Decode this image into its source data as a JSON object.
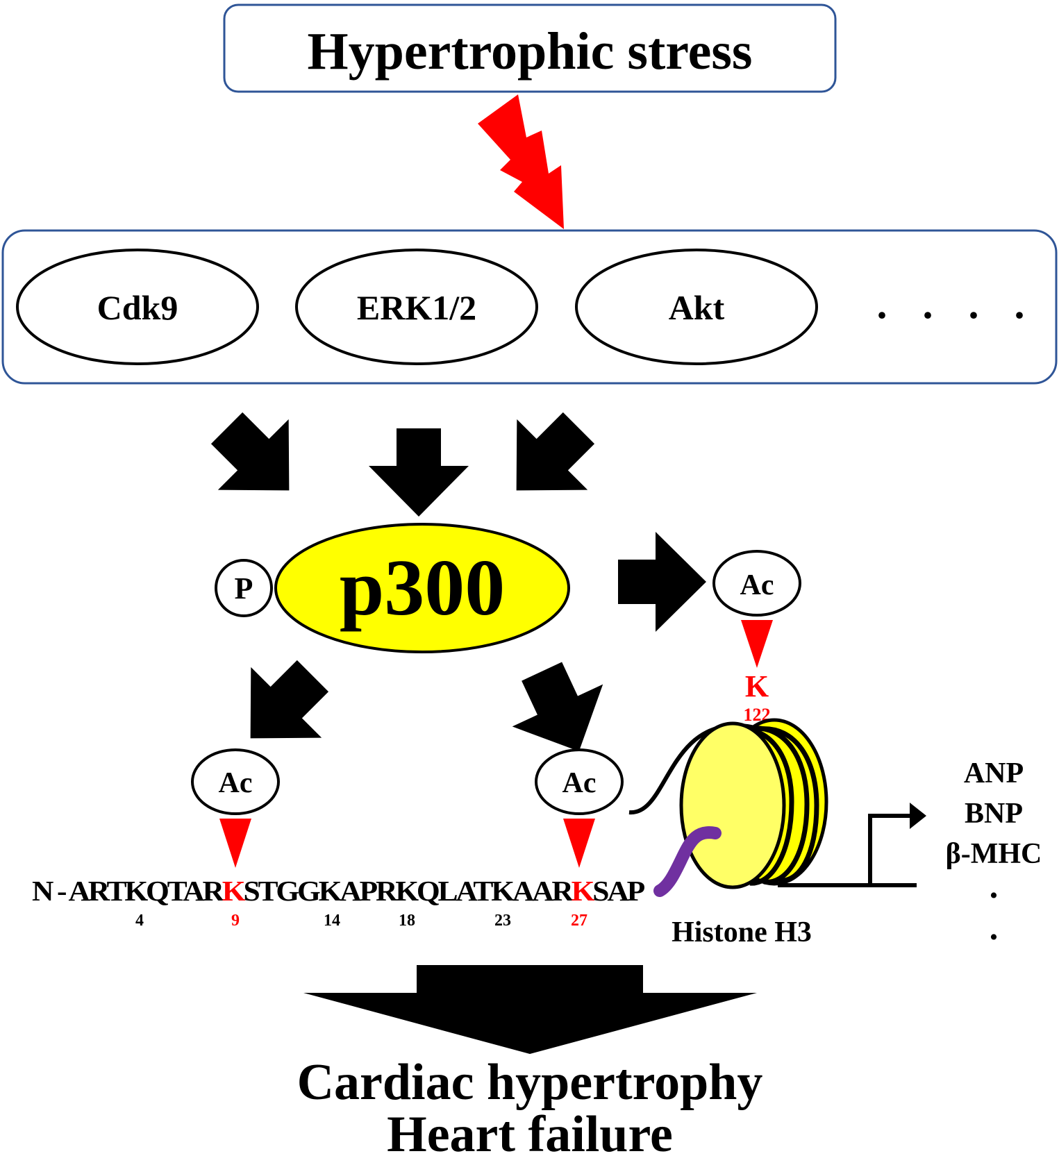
{
  "top_box": {
    "label": "Hypertrophic stress"
  },
  "kinases": [
    {
      "label": "Cdk9"
    },
    {
      "label": "ERK1/2"
    },
    {
      "label": "Akt"
    }
  ],
  "kinase_ellipsis": ". . . .",
  "p300": {
    "label": "p300",
    "phospho_label": "P"
  },
  "acetyl_label": "Ac",
  "histone_tail": {
    "prefix": "N - ",
    "segments": [
      {
        "text": "ARTKQTAR",
        "highlight": false
      },
      {
        "text": "K",
        "highlight": true
      },
      {
        "text": "STGGKAPRKQLATKAAR",
        "highlight": false
      },
      {
        "text": "K",
        "highlight": true
      },
      {
        "text": "SAP",
        "highlight": false
      }
    ],
    "positions": [
      {
        "label": "4",
        "highlight": false
      },
      {
        "label": "9",
        "highlight": true
      },
      {
        "label": "14",
        "highlight": false
      },
      {
        "label": "18",
        "highlight": false
      },
      {
        "label": "23",
        "highlight": false
      },
      {
        "label": "27",
        "highlight": true
      }
    ]
  },
  "k122": {
    "residue": "K",
    "position": "122"
  },
  "histone_label": "Histone H3",
  "target_genes": [
    "ANP",
    "BNP",
    "β-MHC",
    ".",
    "."
  ],
  "outcome": {
    "line1": "Cardiac hypertrophy",
    "line2": "Heart failure"
  },
  "colors": {
    "box_border": "#2f5597",
    "p300_fill": "#ffff00",
    "nucleosome_face": "#ffff66",
    "nucleosome_side": "#ffff00",
    "acetyl_site": "#ff0000",
    "lightning": "#ff0000",
    "tail_purple": "#7030a0"
  }
}
